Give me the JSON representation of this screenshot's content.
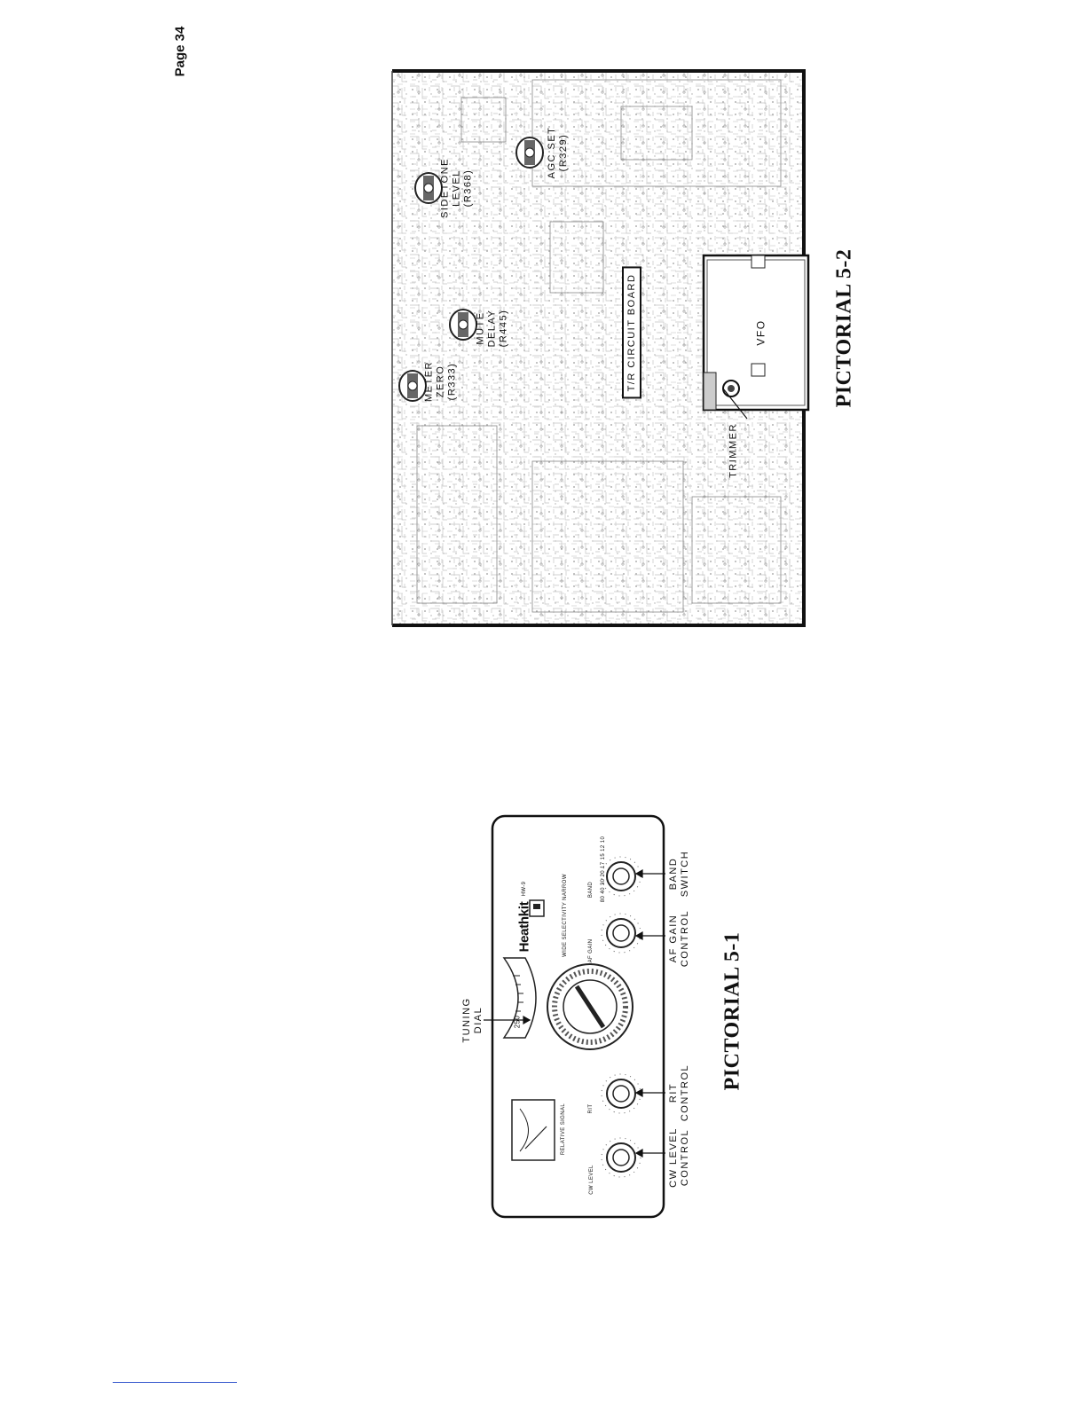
{
  "page": {
    "number": "Page 34"
  },
  "pictorial_5_1": {
    "caption": "PICTORIAL 5-1",
    "callouts": {
      "tuning_dial": [
        "TUNING",
        "DIAL"
      ],
      "cw_level": [
        "CW LEVEL",
        "CONTROL"
      ],
      "rit": [
        "RIT",
        "CONTROL"
      ],
      "af_gain": [
        "AF GAIN",
        "CONTROL"
      ],
      "band_switch": [
        "BAND",
        "SWITCH"
      ]
    },
    "panel": {
      "brand": "Heathkit",
      "model": "HW-9",
      "meter_label": "RELATIVE SIGNAL",
      "cw_level_knob_label": "CW LEVEL",
      "rit_knob_label": "RIT",
      "af_gain_knob_label": "AF GAIN",
      "band_knob_label": "BAND",
      "band_values": [
        "80",
        "40",
        "30",
        "20",
        "17",
        "15",
        "12",
        "10"
      ],
      "selectivity_label": "WIDE SELECTIVITY NARROW",
      "dial_number": "250"
    }
  },
  "pictorial_5_2": {
    "caption": "PICTORIAL 5-2",
    "board_label": "T/R CIRCUIT BOARD",
    "vfo_label": "VFO",
    "trimmer_label": "TRIMMER",
    "controls": {
      "sidetone": [
        "SIDETONE",
        "LEVEL",
        "(R368)"
      ],
      "agc_set": [
        "AGC SET",
        "(R329)"
      ],
      "meter_zero": [
        "METER",
        "ZERO",
        "(R333)"
      ],
      "mute_delay": [
        "MUTE",
        "DELAY",
        "(R445)"
      ]
    }
  }
}
